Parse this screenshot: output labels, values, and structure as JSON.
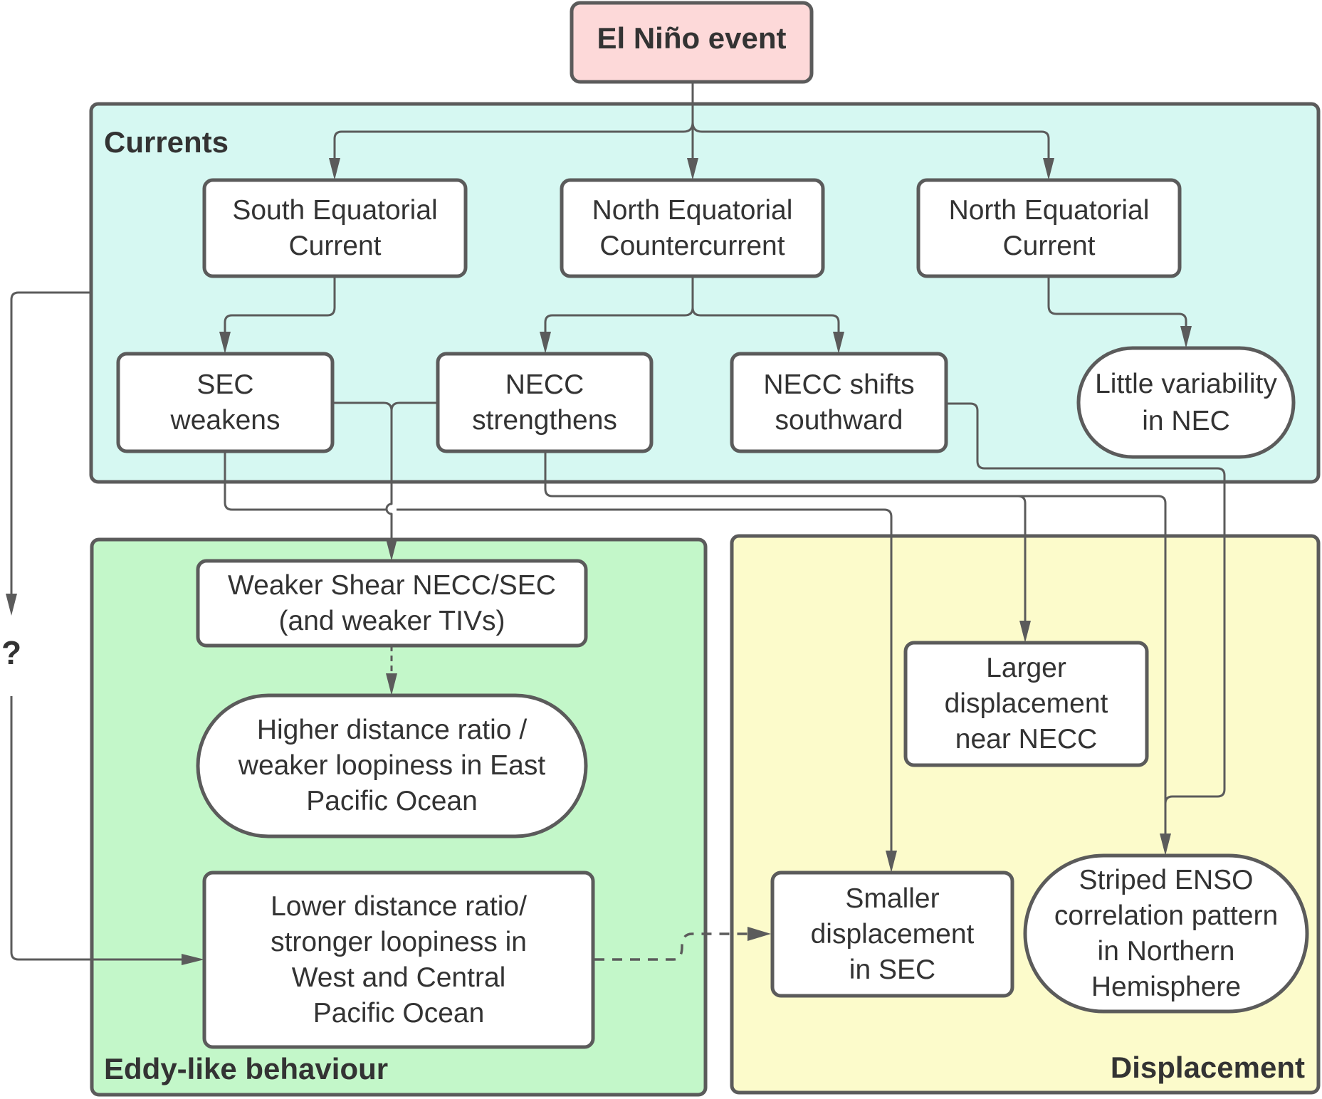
{
  "colors": {
    "stroke": "#5b5b5b",
    "text": "#333333",
    "root_fill": "#fdd9d9",
    "currents_fill": "#d6f8f2",
    "eddy_fill": "#c3f7c9",
    "displacement_fill": "#fcfbcb"
  },
  "root": {
    "label": "El Niño event"
  },
  "panels": {
    "currents": {
      "title": "Currents"
    },
    "eddy": {
      "title": "Eddy-like behaviour"
    },
    "displacement": {
      "title": "Displacement"
    }
  },
  "nodes": {
    "sec": "South Equatorial\nCurrent",
    "necc": "North Equatorial\nCountercurrent",
    "nec": "North Equatorial\nCurrent",
    "sec_weakens": "SEC\nweakens",
    "necc_strengthens": "NECC\nstrengthens",
    "necc_shifts": "NECC shifts\nsouthward",
    "little_variability": "Little variability\nin NEC",
    "weaker_shear": "Weaker Shear NECC/SEC\n(and weaker TIVs)",
    "higher_distance": "Higher distance ratio /\nweaker loopiness in East\nPacific Ocean",
    "lower_distance": "Lower distance ratio/\nstronger loopiness in\nWest and Central\nPacific Ocean",
    "larger_displacement": "Larger\ndisplacement\nnear NECC",
    "smaller_displacement": "Smaller\ndisplacement\nin SEC",
    "striped_enso": "Striped  ENSO\ncorrelation pattern\nin Northern\nHemisphere"
  },
  "unknown_link": {
    "label": "?"
  },
  "edges": [
    {
      "from": "El Niño event",
      "to": "South Equatorial Current",
      "style": "solid"
    },
    {
      "from": "El Niño event",
      "to": "North Equatorial Countercurrent",
      "style": "solid"
    },
    {
      "from": "El Niño event",
      "to": "North Equatorial Current",
      "style": "solid"
    },
    {
      "from": "South Equatorial Current",
      "to": "SEC weakens",
      "style": "solid"
    },
    {
      "from": "North Equatorial Countercurrent",
      "to": "NECC strengthens",
      "style": "solid"
    },
    {
      "from": "North Equatorial Countercurrent",
      "to": "NECC shifts southward",
      "style": "solid"
    },
    {
      "from": "North Equatorial Current",
      "to": "Little variability in NEC",
      "style": "solid"
    },
    {
      "from": "SEC weakens",
      "to": "Weaker Shear NECC/SEC",
      "style": "solid"
    },
    {
      "from": "NECC strengthens",
      "to": "Weaker Shear NECC/SEC",
      "style": "solid"
    },
    {
      "from": "SEC weakens",
      "to": "Smaller displacement in SEC",
      "style": "solid"
    },
    {
      "from": "NECC strengthens",
      "to": "Larger displacement near NECC",
      "style": "solid"
    },
    {
      "from": "NECC strengthens",
      "to": "Striped ENSO correlation pattern",
      "style": "solid"
    },
    {
      "from": "NECC shifts southward",
      "to": "Striped ENSO correlation pattern",
      "style": "solid"
    },
    {
      "from": "Weaker Shear NECC/SEC",
      "to": "Higher distance ratio",
      "style": "dashed"
    },
    {
      "from": "Currents",
      "to": "Lower distance ratio",
      "style": "solid",
      "label": "?"
    },
    {
      "from": "Lower distance ratio",
      "to": "Smaller displacement in SEC",
      "style": "dashed"
    }
  ]
}
